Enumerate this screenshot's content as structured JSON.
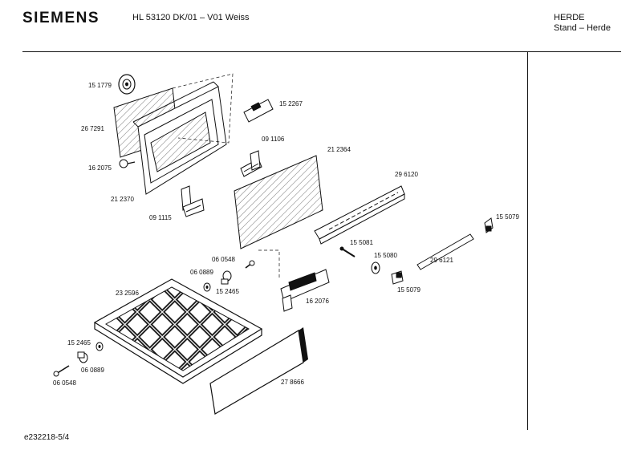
{
  "header": {
    "brand": "SIEMENS",
    "model": "HL 53120 DK/01 – V01 Weiss",
    "category": "HERDE",
    "subcategory": "Stand – Herde"
  },
  "footer": {
    "doc_id": "e232218-5/4"
  },
  "parts": [
    {
      "id": "p-151779",
      "label": "15 1779"
    },
    {
      "id": "p-267291",
      "label": "26 7291"
    },
    {
      "id": "p-162075",
      "label": "16 2075"
    },
    {
      "id": "p-212370",
      "label": "21 2370"
    },
    {
      "id": "p-091115",
      "label": "09 1115"
    },
    {
      "id": "p-152267",
      "label": "15 2267"
    },
    {
      "id": "p-091106",
      "label": "09 1106"
    },
    {
      "id": "p-212364",
      "label": "21 2364"
    },
    {
      "id": "p-296120",
      "label": "29 6120"
    },
    {
      "id": "p-155079a",
      "label": "15 5079"
    },
    {
      "id": "p-155081",
      "label": "15 5081"
    },
    {
      "id": "p-155080",
      "label": "15 5080"
    },
    {
      "id": "p-296121",
      "label": "29 6121"
    },
    {
      "id": "p-155079b",
      "label": "15 5079"
    },
    {
      "id": "p-060548a",
      "label": "06 0548"
    },
    {
      "id": "p-060889a",
      "label": "06 0889"
    },
    {
      "id": "p-152465a",
      "label": "15 2465"
    },
    {
      "id": "p-162076",
      "label": "16 2076"
    },
    {
      "id": "p-232596",
      "label": "23 2596"
    },
    {
      "id": "p-152465b",
      "label": "15 2465"
    },
    {
      "id": "p-060889b",
      "label": "06 0889"
    },
    {
      "id": "p-060548b",
      "label": "06 0548"
    },
    {
      "id": "p-278666",
      "label": "27 8666"
    }
  ]
}
